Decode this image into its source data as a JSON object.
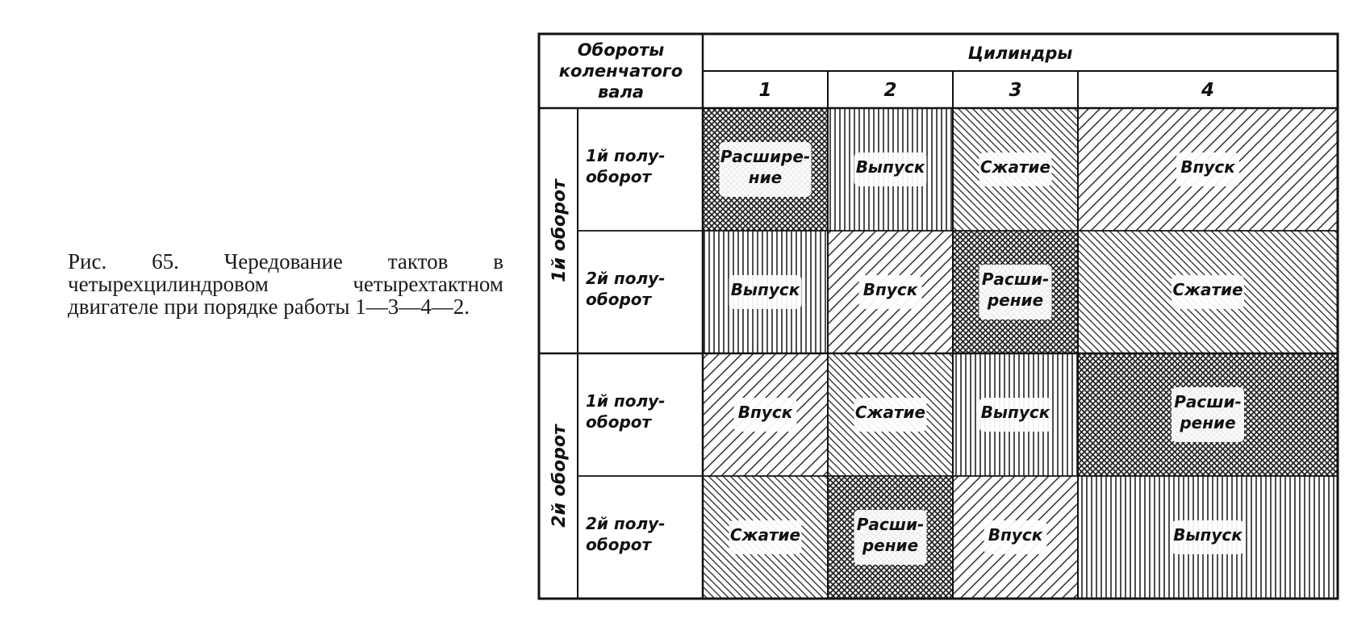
{
  "caption": "Рис. 65. Чередование тактов в четырехцилиндровом четырехтактном двигателе при порядке работы 1—3—4—2.",
  "header": {
    "crankshaft_label": [
      "Обороты",
      "коленчатого",
      "вала"
    ],
    "cylinders_label": "Цилиндры",
    "cylinders": [
      "1",
      "2",
      "3",
      "4"
    ]
  },
  "revolutions": [
    {
      "label": "1й оборот",
      "halves": [
        {
          "label": [
            "1й полу-",
            "оборот"
          ],
          "cells": [
            {
              "stroke": "expansion",
              "text": [
                "Расшире-",
                "ние"
              ]
            },
            {
              "stroke": "exhaust",
              "text": [
                "Выпуск"
              ]
            },
            {
              "stroke": "compression",
              "text": [
                "Сжатие"
              ]
            },
            {
              "stroke": "intake",
              "text": [
                "Впуск"
              ]
            }
          ]
        },
        {
          "label": [
            "2й полу-",
            "оборот"
          ],
          "cells": [
            {
              "stroke": "exhaust",
              "text": [
                "Выпуск"
              ]
            },
            {
              "stroke": "intake",
              "text": [
                "Впуск"
              ]
            },
            {
              "stroke": "expansion",
              "text": [
                "Расши-",
                "рение"
              ]
            },
            {
              "stroke": "compression",
              "text": [
                "Сжатие"
              ]
            }
          ]
        }
      ]
    },
    {
      "label": "2й оборот",
      "halves": [
        {
          "label": [
            "1й полу-",
            "оборот"
          ],
          "cells": [
            {
              "stroke": "intake",
              "text": [
                "Впуск"
              ]
            },
            {
              "stroke": "compression",
              "text": [
                "Сжатие"
              ]
            },
            {
              "stroke": "exhaust",
              "text": [
                "Выпуск"
              ]
            },
            {
              "stroke": "expansion",
              "text": [
                "Расши-",
                "рение"
              ]
            }
          ]
        },
        {
          "label": [
            "2й полу-",
            "оборот"
          ],
          "cells": [
            {
              "stroke": "compression",
              "text": [
                "Сжатие"
              ]
            },
            {
              "stroke": "expansion",
              "text": [
                "Расши-",
                "рение"
              ]
            },
            {
              "stroke": "intake",
              "text": [
                "Впуск"
              ]
            },
            {
              "stroke": "exhaust",
              "text": [
                "Выпуск"
              ]
            }
          ]
        }
      ]
    }
  ]
}
